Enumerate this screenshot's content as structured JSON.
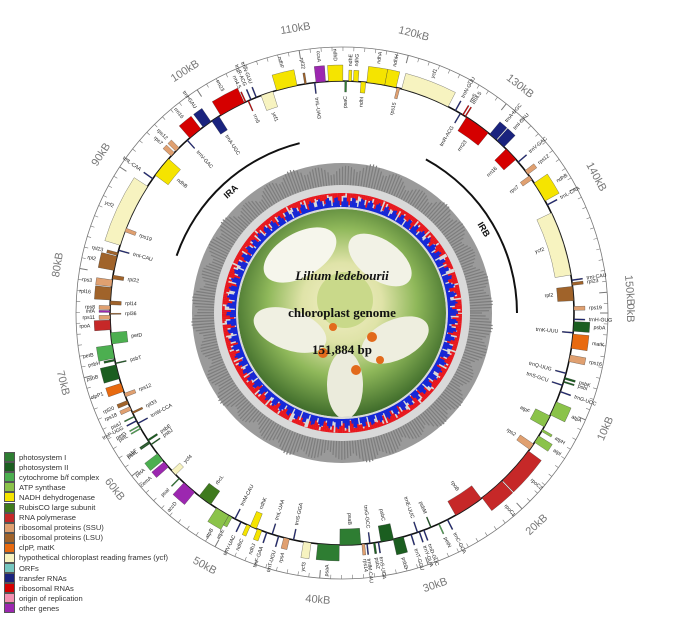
{
  "title": "Lilium ledebourii",
  "subtitle": "chloroplast genome",
  "size_label": "151,884 bp",
  "regions": {
    "ira": "IRA",
    "irb": "IRB"
  },
  "kb_ticks": [
    {
      "pos": 0,
      "label": "0kB"
    },
    {
      "pos": 10000,
      "label": "10kB"
    },
    {
      "pos": 20000,
      "label": "20kB"
    },
    {
      "pos": 30000,
      "label": "30kB"
    },
    {
      "pos": 40000,
      "label": "40kB"
    },
    {
      "pos": 50000,
      "label": "50kB"
    },
    {
      "pos": 60000,
      "label": "60kB"
    },
    {
      "pos": 70000,
      "label": "70kB"
    },
    {
      "pos": 80000,
      "label": "80kB"
    },
    {
      "pos": 90000,
      "label": "90kB"
    },
    {
      "pos": 100000,
      "label": "100kB"
    },
    {
      "pos": 110000,
      "label": "110kB"
    },
    {
      "pos": 120000,
      "label": "120kB"
    },
    {
      "pos": 130000,
      "label": "130kB"
    },
    {
      "pos": 140000,
      "label": "140kB"
    },
    {
      "pos": 150000,
      "label": "150kB"
    }
  ],
  "legend": [
    {
      "label": "photosystem I",
      "color": "#2e7d32"
    },
    {
      "label": "photosystem II",
      "color": "#1b5e20"
    },
    {
      "label": "cytochrome b/f complex",
      "color": "#4caf50"
    },
    {
      "label": "ATP synthase",
      "color": "#8bc34a"
    },
    {
      "label": "NADH dehydrogenase",
      "color": "#f5e400"
    },
    {
      "label": "RubisCO large subunit",
      "color": "#3f7a1e"
    },
    {
      "label": "RNA polymerase",
      "color": "#c62828"
    },
    {
      "label": "ribosomal proteins (SSU)",
      "color": "#e0a070"
    },
    {
      "label": "ribosomal proteins (LSU)",
      "color": "#a0632a"
    },
    {
      "label": "clpP, matK",
      "color": "#e86a10"
    },
    {
      "label": "hypothetical chloroplast reading frames (ycf)",
      "color": "#f7f3c0"
    },
    {
      "label": "ORFs",
      "color": "#76c7c0"
    },
    {
      "label": "transfer RNAs",
      "color": "#1a237e"
    },
    {
      "label": "ribosomal RNAs",
      "color": "#d50000"
    },
    {
      "label": "origin of replication",
      "color": "#f48fb1"
    },
    {
      "label": "other genes",
      "color": "#9c27b0"
    }
  ],
  "genes_outer": [
    {
      "name": "rps19",
      "start": 151200,
      "end": 151600,
      "color": "#e0a070"
    },
    {
      "name": "rps19",
      "start": 84600,
      "end": 85000,
      "color": "#e0a070"
    },
    {
      "name": "trnH-GUG",
      "start": 600,
      "end": 700,
      "color": "#1a237e"
    },
    {
      "name": "psbA",
      "start": 900,
      "end": 1900,
      "color": "#1b5e20"
    },
    {
      "name": "trnK-UUU",
      "start": 2000,
      "end": 2100,
      "color": "#1a237e"
    },
    {
      "name": "matK",
      "start": 2200,
      "end": 3700,
      "color": "#e86a10"
    },
    {
      "name": "rps16",
      "start": 4400,
      "end": 5100,
      "color": "#e0a070"
    },
    {
      "name": "trnQ-UUG",
      "start": 6300,
      "end": 6400,
      "color": "#1a237e"
    },
    {
      "name": "psbK",
      "start": 6800,
      "end": 7000,
      "color": "#1b5e20"
    },
    {
      "name": "psbI",
      "start": 7200,
      "end": 7350,
      "color": "#1b5e20"
    },
    {
      "name": "trnS-GCU",
      "start": 7600,
      "end": 7700,
      "color": "#1a237e"
    },
    {
      "name": "trnG-UCC",
      "start": 8300,
      "end": 8400,
      "color": "#1a237e"
    },
    {
      "name": "atpA",
      "start": 9500,
      "end": 11000,
      "color": "#8bc34a"
    },
    {
      "name": "atpF",
      "start": 11100,
      "end": 12400,
      "color": "#8bc34a"
    },
    {
      "name": "atpH",
      "start": 12700,
      "end": 12950,
      "color": "#8bc34a"
    },
    {
      "name": "atpI",
      "start": 13500,
      "end": 14300,
      "color": "#8bc34a"
    },
    {
      "name": "rps2",
      "start": 14500,
      "end": 15200,
      "color": "#e0a070"
    },
    {
      "name": "rpoC2",
      "start": 15400,
      "end": 19500,
      "color": "#c62828"
    },
    {
      "name": "rpoC1",
      "start": 19600,
      "end": 22300,
      "color": "#c62828"
    },
    {
      "name": "rpoB",
      "start": 22400,
      "end": 25600,
      "color": "#c62828"
    },
    {
      "name": "trnC-GCA",
      "start": 26500,
      "end": 26600,
      "color": "#1a237e"
    },
    {
      "name": "petN",
      "start": 27500,
      "end": 27600,
      "color": "#4caf50"
    },
    {
      "name": "psbM",
      "start": 28400,
      "end": 28500,
      "color": "#1b5e20"
    },
    {
      "name": "trnD-GUC",
      "start": 29200,
      "end": 29300,
      "color": "#1a237e"
    },
    {
      "name": "trnY-GUA",
      "start": 29700,
      "end": 29800,
      "color": "#1a237e"
    },
    {
      "name": "trnE-UUC",
      "start": 29900,
      "end": 30000,
      "color": "#1a237e"
    },
    {
      "name": "trnT-GGU",
      "start": 30600,
      "end": 30700,
      "color": "#1a237e"
    },
    {
      "name": "psbD",
      "start": 31500,
      "end": 32600,
      "color": "#1b5e20"
    },
    {
      "name": "psbC",
      "start": 32550,
      "end": 33900,
      "color": "#1b5e20"
    },
    {
      "name": "trnS-UGA",
      "start": 34100,
      "end": 34200,
      "color": "#1a237e"
    },
    {
      "name": "psbZ",
      "start": 34500,
      "end": 34700,
      "color": "#1b5e20"
    },
    {
      "name": "trnG-GCC",
      "start": 35000,
      "end": 35100,
      "color": "#1a237e"
    },
    {
      "name": "trnfM-CAU",
      "start": 35300,
      "end": 35400,
      "color": "#1a237e"
    },
    {
      "name": "rps14",
      "start": 35600,
      "end": 35900,
      "color": "#e0a070"
    },
    {
      "name": "psaB",
      "start": 36000,
      "end": 38200,
      "color": "#2e7d32"
    },
    {
      "name": "psaA",
      "start": 38250,
      "end": 40500,
      "color": "#2e7d32"
    },
    {
      "name": "ycf3",
      "start": 41200,
      "end": 42000,
      "color": "#f7f3c0"
    },
    {
      "name": "trnS-GGA",
      "start": 43000,
      "end": 43100,
      "color": "#1a237e"
    },
    {
      "name": "rps4",
      "start": 43500,
      "end": 44100,
      "color": "#e0a070"
    },
    {
      "name": "trnT-UGU",
      "start": 44600,
      "end": 44700,
      "color": "#1a237e"
    },
    {
      "name": "trnL-UAA",
      "start": 45300,
      "end": 45400,
      "color": "#1a237e"
    },
    {
      "name": "trnF-GAA",
      "start": 45900,
      "end": 46000,
      "color": "#1a237e"
    },
    {
      "name": "ndhJ",
      "start": 46500,
      "end": 47000,
      "color": "#f5e400"
    },
    {
      "name": "ndhK",
      "start": 47100,
      "end": 47800,
      "color": "#f5e400"
    },
    {
      "name": "ndhC",
      "start": 47800,
      "end": 48200,
      "color": "#f5e400"
    },
    {
      "name": "trnV-UAC",
      "start": 48800,
      "end": 48900,
      "color": "#1a237e"
    },
    {
      "name": "trnM-CAU",
      "start": 49500,
      "end": 49600,
      "color": "#1a237e"
    },
    {
      "name": "atpE",
      "start": 49900,
      "end": 50300,
      "color": "#8bc34a"
    },
    {
      "name": "atpB",
      "start": 50300,
      "end": 51800,
      "color": "#8bc34a"
    },
    {
      "name": "rbcL",
      "start": 52500,
      "end": 54000,
      "color": "#3f7a1e"
    },
    {
      "name": "accD",
      "start": 54600,
      "end": 56100,
      "color": "#9c27b0"
    },
    {
      "name": "psaI",
      "start": 56700,
      "end": 56800,
      "color": "#2e7d32"
    },
    {
      "name": "ycf4",
      "start": 57300,
      "end": 57900,
      "color": "#f7f3c0"
    },
    {
      "name": "cemA",
      "start": 58400,
      "end": 59100,
      "color": "#9c27b0"
    },
    {
      "name": "petA",
      "start": 59300,
      "end": 60200,
      "color": "#4caf50"
    },
    {
      "name": "psbJ",
      "start": 61300,
      "end": 61400,
      "color": "#1b5e20"
    },
    {
      "name": "psbL",
      "start": 61500,
      "end": 61600,
      "color": "#1b5e20"
    },
    {
      "name": "psbF",
      "start": 61650,
      "end": 61750,
      "color": "#1b5e20"
    },
    {
      "name": "psbE",
      "start": 61800,
      "end": 62000,
      "color": "#1b5e20"
    },
    {
      "name": "petL",
      "start": 63300,
      "end": 63400,
      "color": "#4caf50"
    },
    {
      "name": "petG",
      "start": 63600,
      "end": 63700,
      "color": "#4caf50"
    },
    {
      "name": "trnW-CCA",
      "start": 63900,
      "end": 64000,
      "color": "#1a237e"
    },
    {
      "name": "trnP-UGG",
      "start": 64200,
      "end": 64300,
      "color": "#1a237e"
    },
    {
      "name": "psaJ",
      "start": 64700,
      "end": 64800,
      "color": "#2e7d32"
    },
    {
      "name": "rpl33",
      "start": 65100,
      "end": 65300,
      "color": "#a0632a"
    },
    {
      "name": "rps18",
      "start": 65500,
      "end": 65900,
      "color": "#e0a070"
    },
    {
      "name": "rpl20",
      "start": 66200,
      "end": 66600,
      "color": "#a0632a"
    },
    {
      "name": "rps12",
      "start": 67000,
      "end": 67400,
      "color": "#e0a070"
    },
    {
      "name": "clpP1",
      "start": 67600,
      "end": 68500,
      "color": "#e86a10"
    },
    {
      "name": "psbB",
      "start": 69000,
      "end": 70500,
      "color": "#1b5e20"
    },
    {
      "name": "psbT",
      "start": 70600,
      "end": 70700,
      "color": "#1b5e20"
    },
    {
      "name": "psbH",
      "start": 70900,
      "end": 71100,
      "color": "#1b5e20"
    },
    {
      "name": "petB",
      "start": 71200,
      "end": 72600,
      "color": "#4caf50"
    },
    {
      "name": "petD",
      "start": 72700,
      "end": 73900,
      "color": "#4caf50"
    },
    {
      "name": "rpoA",
      "start": 74200,
      "end": 75200,
      "color": "#c62828"
    },
    {
      "name": "rps11",
      "start": 75300,
      "end": 75700,
      "color": "#e0a070"
    },
    {
      "name": "rpl36",
      "start": 75800,
      "end": 75900,
      "color": "#a0632a"
    },
    {
      "name": "infA",
      "start": 76000,
      "end": 76200,
      "color": "#9c27b0"
    },
    {
      "name": "rps8",
      "start": 76300,
      "end": 76700,
      "color": "#e0a070"
    },
    {
      "name": "rpl14",
      "start": 76800,
      "end": 77200,
      "color": "#a0632a"
    },
    {
      "name": "rpl16",
      "start": 77300,
      "end": 78600,
      "color": "#a0632a"
    },
    {
      "name": "rps3",
      "start": 78700,
      "end": 79400,
      "color": "#e0a070"
    },
    {
      "name": "rpl22",
      "start": 79500,
      "end": 79900,
      "color": "#a0632a"
    },
    {
      "name": "rpl2",
      "start": 80400,
      "end": 81900,
      "color": "#a0632a"
    },
    {
      "name": "rpl23",
      "start": 82000,
      "end": 82300,
      "color": "#a0632a"
    },
    {
      "name": "trnI-CAU",
      "start": 82500,
      "end": 82600,
      "color": "#1a237e"
    },
    {
      "name": "ycf2",
      "start": 83100,
      "end": 89900,
      "color": "#f7f3c0"
    },
    {
      "name": "trnL-CAA",
      "start": 90800,
      "end": 90900,
      "color": "#1a237e"
    },
    {
      "name": "ndhB",
      "start": 91300,
      "end": 93500,
      "color": "#f5e400"
    },
    {
      "name": "rps7",
      "start": 93900,
      "end": 94400,
      "color": "#e0a070"
    },
    {
      "name": "rps12",
      "start": 94600,
      "end": 95100,
      "color": "#e0a070"
    },
    {
      "name": "trnV-GAC",
      "start": 96200,
      "end": 96300,
      "color": "#1a237e"
    },
    {
      "name": "rrn16",
      "start": 96600,
      "end": 98100,
      "color": "#d50000"
    },
    {
      "name": "trnI-GAU",
      "start": 98400,
      "end": 99400,
      "color": "#1a237e"
    },
    {
      "name": "trnA-UGC",
      "start": 99500,
      "end": 100400,
      "color": "#1a237e"
    },
    {
      "name": "rrn23",
      "start": 100600,
      "end": 103400,
      "color": "#d50000"
    },
    {
      "name": "rrn4.5",
      "start": 103500,
      "end": 103600,
      "color": "#d50000"
    },
    {
      "name": "rrn5",
      "start": 103800,
      "end": 103900,
      "color": "#d50000"
    },
    {
      "name": "trnR-ACG",
      "start": 104100,
      "end": 104200,
      "color": "#1a237e"
    },
    {
      "name": "trnN-GUU",
      "start": 104700,
      "end": 104800,
      "color": "#1a237e"
    },
    {
      "name": "ycf1",
      "start": 105300,
      "end": 106600,
      "color": "#f7f3c0"
    },
    {
      "name": "ndhF",
      "start": 107000,
      "end": 109200,
      "color": "#f5e400"
    },
    {
      "name": "rpl32",
      "start": 110000,
      "end": 110200,
      "color": "#a0632a"
    },
    {
      "name": "trnL-UAG",
      "start": 111000,
      "end": 111100,
      "color": "#1a237e"
    },
    {
      "name": "ccsA",
      "start": 111200,
      "end": 112200,
      "color": "#9c27b0"
    },
    {
      "name": "ndhD",
      "start": 112500,
      "end": 114000,
      "color": "#f5e400"
    },
    {
      "name": "psaC",
      "start": 114200,
      "end": 114400,
      "color": "#2e7d32"
    },
    {
      "name": "ndhE",
      "start": 114600,
      "end": 114900,
      "color": "#f5e400"
    },
    {
      "name": "ndhG",
      "start": 115100,
      "end": 115600,
      "color": "#f5e400"
    },
    {
      "name": "ndhI",
      "start": 115900,
      "end": 116400,
      "color": "#f5e400"
    },
    {
      "name": "ndhA",
      "start": 116500,
      "end": 118400,
      "color": "#f5e400"
    },
    {
      "name": "ndhH",
      "start": 118400,
      "end": 119600,
      "color": "#f5e400"
    },
    {
      "name": "rps15",
      "start": 119700,
      "end": 120000,
      "color": "#e0a070"
    },
    {
      "name": "ycf1",
      "start": 120200,
      "end": 125400,
      "color": "#f7f3c0"
    },
    {
      "name": "trnN-GUU",
      "start": 126200,
      "end": 126300,
      "color": "#1a237e"
    },
    {
      "name": "trnR-ACG",
      "start": 126800,
      "end": 126900,
      "color": "#1a237e"
    },
    {
      "name": "rrn5",
      "start": 127100,
      "end": 127200,
      "color": "#d50000"
    },
    {
      "name": "rrn4.5",
      "start": 127400,
      "end": 127500,
      "color": "#d50000"
    },
    {
      "name": "rrn23",
      "start": 127600,
      "end": 130400,
      "color": "#d50000"
    },
    {
      "name": "trnA-UGC",
      "start": 130600,
      "end": 131500,
      "color": "#1a237e"
    },
    {
      "name": "trnI-GAU",
      "start": 131600,
      "end": 132600,
      "color": "#1a237e"
    },
    {
      "name": "rrn16",
      "start": 132900,
      "end": 134400,
      "color": "#d50000"
    },
    {
      "name": "trnV-GAC",
      "start": 134700,
      "end": 134800,
      "color": "#1a237e"
    },
    {
      "name": "rps12",
      "start": 135900,
      "end": 136400,
      "color": "#e0a070"
    },
    {
      "name": "rps7",
      "start": 136600,
      "end": 137100,
      "color": "#e0a070"
    },
    {
      "name": "ndhB",
      "start": 137500,
      "end": 139700,
      "color": "#f5e400"
    },
    {
      "name": "trnL-CAA",
      "start": 140100,
      "end": 140200,
      "color": "#1a237e"
    },
    {
      "name": "ycf2",
      "start": 141100,
      "end": 147900,
      "color": "#f7f3c0"
    },
    {
      "name": "trnI-CAU",
      "start": 148400,
      "end": 148500,
      "color": "#1a237e"
    },
    {
      "name": "rpl23",
      "start": 148700,
      "end": 149000,
      "color": "#a0632a"
    },
    {
      "name": "rpl2",
      "start": 149100,
      "end": 150600,
      "color": "#a0632a"
    }
  ]
}
